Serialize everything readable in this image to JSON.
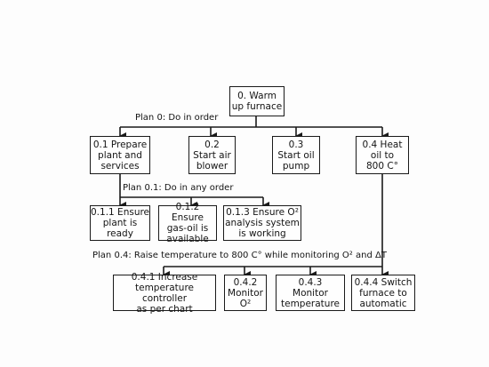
{
  "diagram": {
    "root": {
      "label": "0. Warm\nup furnace"
    },
    "plans": {
      "plan_0": "Plan 0: Do in order",
      "plan_01": "Plan 0.1: Do in any order",
      "plan_04": "Plan 0.4: Raise temperature to 800 C° while monitoring O² and ΔT"
    },
    "level1": [
      {
        "id": "0.1",
        "label": "0.1 Prepare\nplant and\nservices"
      },
      {
        "id": "0.2",
        "label": "0.2\nStart air\nblower"
      },
      {
        "id": "0.3",
        "label": "0.3\nStart oil\npump"
      },
      {
        "id": "0.4",
        "label": "0.4 Heat\noil to\n800 C°"
      }
    ],
    "level2_01": [
      {
        "id": "0.1.1",
        "label": "0.1.1 Ensure\nplant is\nready"
      },
      {
        "id": "0.1.2",
        "label": "0.1.2 Ensure\ngas-oil is\navailable"
      },
      {
        "id": "0.1.3",
        "label": "0.1.3 Ensure O²\nanalysis system\nis working"
      }
    ],
    "level2_04": [
      {
        "id": "0.4.1",
        "label": "0.4.1 Increase\ntemperature controller\nas per chart"
      },
      {
        "id": "0.4.2",
        "label": "0.4.2\nMonitor\nO²"
      },
      {
        "id": "0.4.3",
        "label": "0.4.3\nMonitor\ntemperature"
      },
      {
        "id": "0.4.4",
        "label": "0.4.4 Switch\nfurnace to\nautomatic"
      }
    ]
  },
  "colors": {
    "ink": "#141414",
    "paper": "#fdfdfd"
  }
}
